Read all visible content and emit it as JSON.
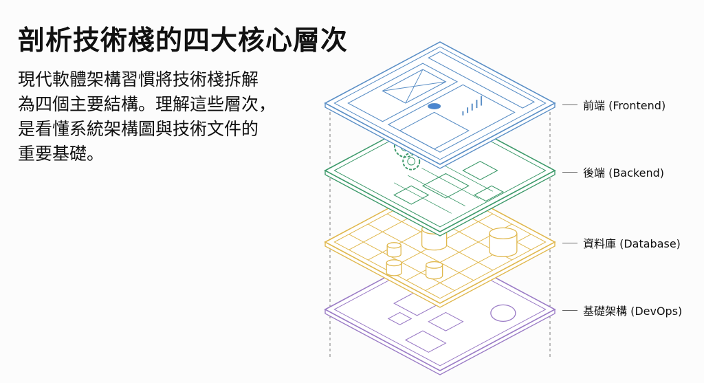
{
  "title": "剖析技術棧的四大核心層次",
  "description_lines": [
    "現代軟體架構習慣將技術棧拆解",
    "為四個主要結構。理解這些層次，",
    "是看懂系統架構圖與技術文件的",
    "重要基礎。"
  ],
  "layers": [
    {
      "label": "前端 (Frontend)",
      "color": "#5b8fc6"
    },
    {
      "label": "後端 (Backend)",
      "color": "#3e9a6b"
    },
    {
      "label": "資料庫 (Database)",
      "color": "#e0b84e"
    },
    {
      "label": "基礎架構 (DevOps)",
      "color": "#9b7cc6"
    }
  ]
}
